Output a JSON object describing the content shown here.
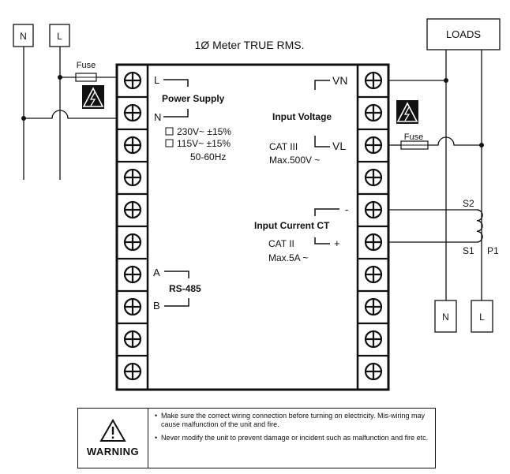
{
  "title": "1Ø Meter TRUE RMS.",
  "source_labels": {
    "neutral": "N",
    "line": "L"
  },
  "loads_label": "LOADS",
  "load_terminals": {
    "neutral": "N",
    "line": "L"
  },
  "fuse_label_left": "Fuse",
  "fuse_label_right": "Fuse",
  "power_supply": {
    "title": "Power Supply",
    "terminal_l": "L",
    "terminal_n": "N",
    "option_1": "230V~ ±15%",
    "option_2": "115V~ ±15%",
    "frequency": "50-60Hz"
  },
  "input_voltage": {
    "title": "Input Voltage",
    "terminal_vn": "VN",
    "terminal_vl": "VL",
    "category": "CAT III",
    "max": "Max.500V ~"
  },
  "input_current": {
    "title": "Input Current CT",
    "minus": "-",
    "plus": "+",
    "category": "CAT II",
    "max": "Max.5A ~"
  },
  "ct_labels": {
    "s2": "S2",
    "s1": "S1",
    "p1": "P1"
  },
  "rs485": {
    "title": "RS-485",
    "terminal_a": "A",
    "terminal_b": "B"
  },
  "warning": {
    "title": "WARNING",
    "items": [
      "Make sure the correct wiring connection before turning on electricity. Mis-wiring may cause malfunction of the unit and fire.",
      "Never modify the unit to prevent damage or incident such as malfunction and fire etc."
    ]
  }
}
